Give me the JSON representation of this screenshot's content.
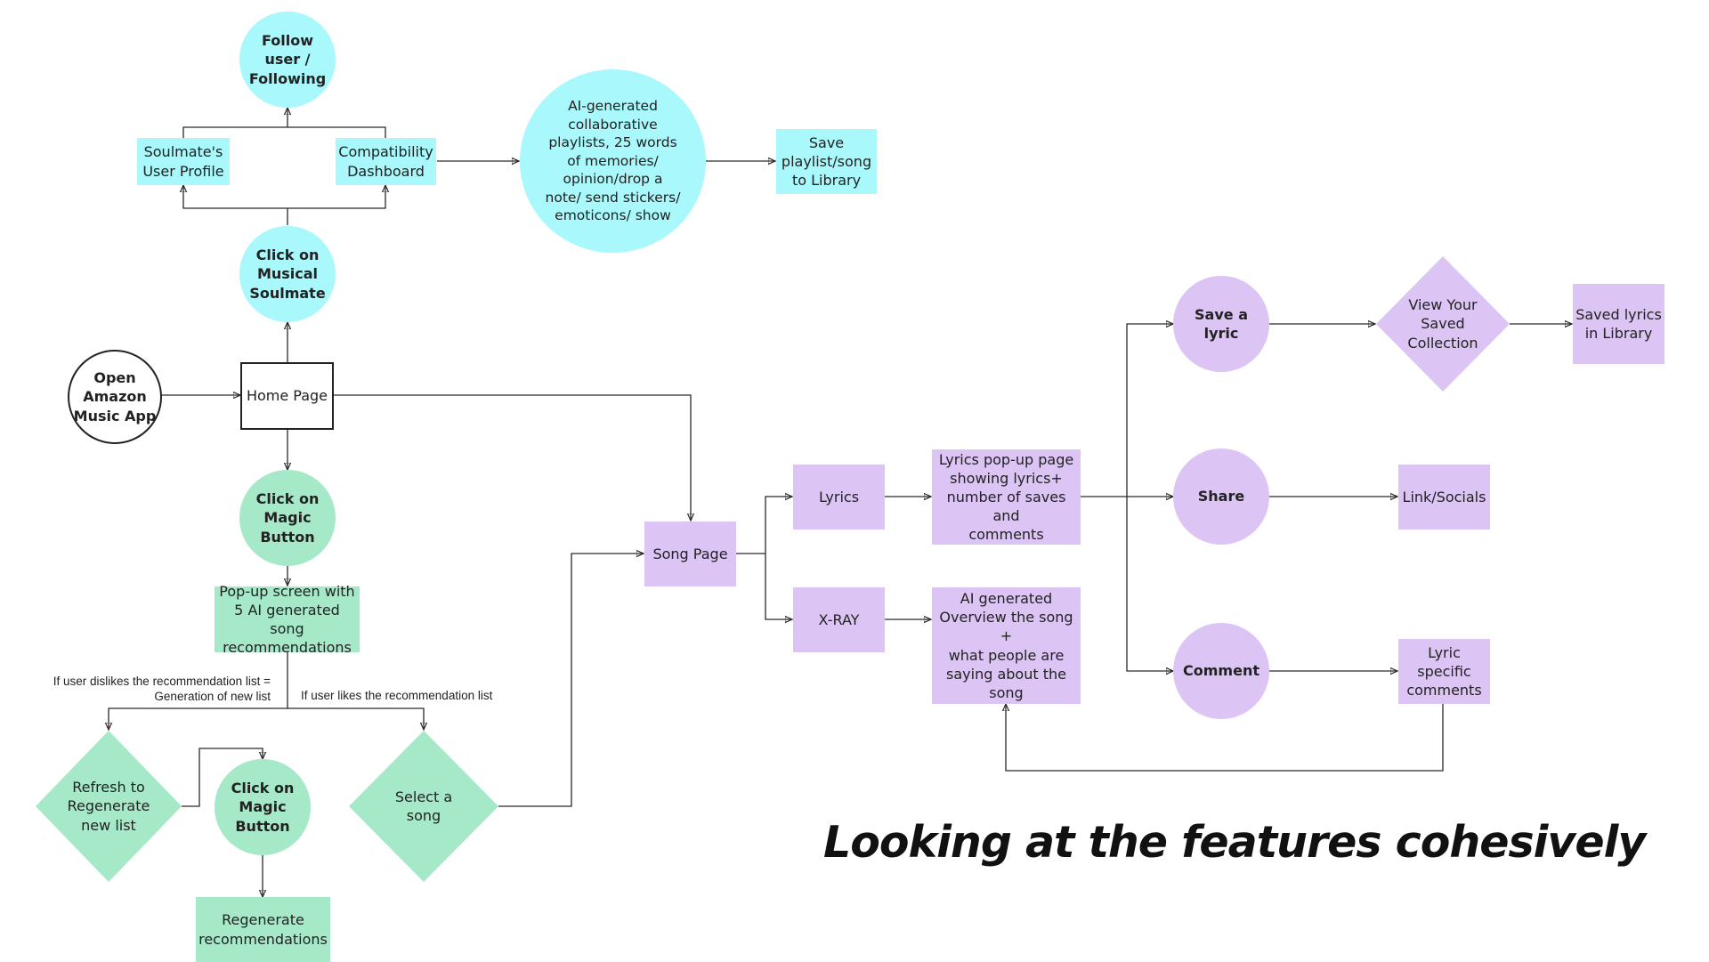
{
  "nodes": {
    "follow_user": "Follow\nuser /\nFollowing",
    "soulmate_profile": "Soulmate's\nUser Profile",
    "compat_dashboard": "Compatibility\nDashboard",
    "ai_collab": "AI-generated\ncollaborative\nplaylists, 25 words\nof memories/\nopinion/drop a\nnote/ send stickers/\nemoticons/ show",
    "save_playlist": "Save\nplaylist/song\nto Library",
    "click_soulmate": "Click on\nMusical\nSoulmate",
    "open_app": "Open\nAmazon\nMusic App",
    "home_page": "Home Page",
    "click_magic": "Click on\nMagic\nButton",
    "popup_recs": "Pop-up screen with\n5 AI generated song\nrecommendations",
    "refresh": "Refresh to\nRegenerate\nnew list",
    "click_magic_2": "Click on\nMagic\nButton",
    "select_song": "Select a\nsong",
    "regen_recs": "Regenerate\nrecommendations",
    "song_page": "Song Page",
    "lyrics": "Lyrics",
    "xray": "X-RAY",
    "lyrics_popup": "Lyrics pop-up page\nshowing lyrics+\nnumber of saves and\ncomments",
    "ai_overview": "AI generated\nOverview the song +\nwhat people are\nsaying about the\nsong",
    "save_lyric": "Save a\nlyric",
    "share": "Share",
    "comment": "Comment",
    "view_collection": "View Your\nSaved\nCollection",
    "saved_lyrics": "Saved lyrics\nin Library",
    "link_socials": "Link/Socials",
    "lyric_comments": "Lyric\nspecific\ncomments"
  },
  "edge_labels": {
    "dislike": "If user dislikes the recommendation list =\nGeneration of new list",
    "like": "If user likes the recommendation list"
  },
  "caption": "Looking at the features cohesively",
  "colors": {
    "cyan": "#a8f8fc",
    "green": "#a6e9c9",
    "purple": "#dcc4f4",
    "outline": "#222222"
  }
}
